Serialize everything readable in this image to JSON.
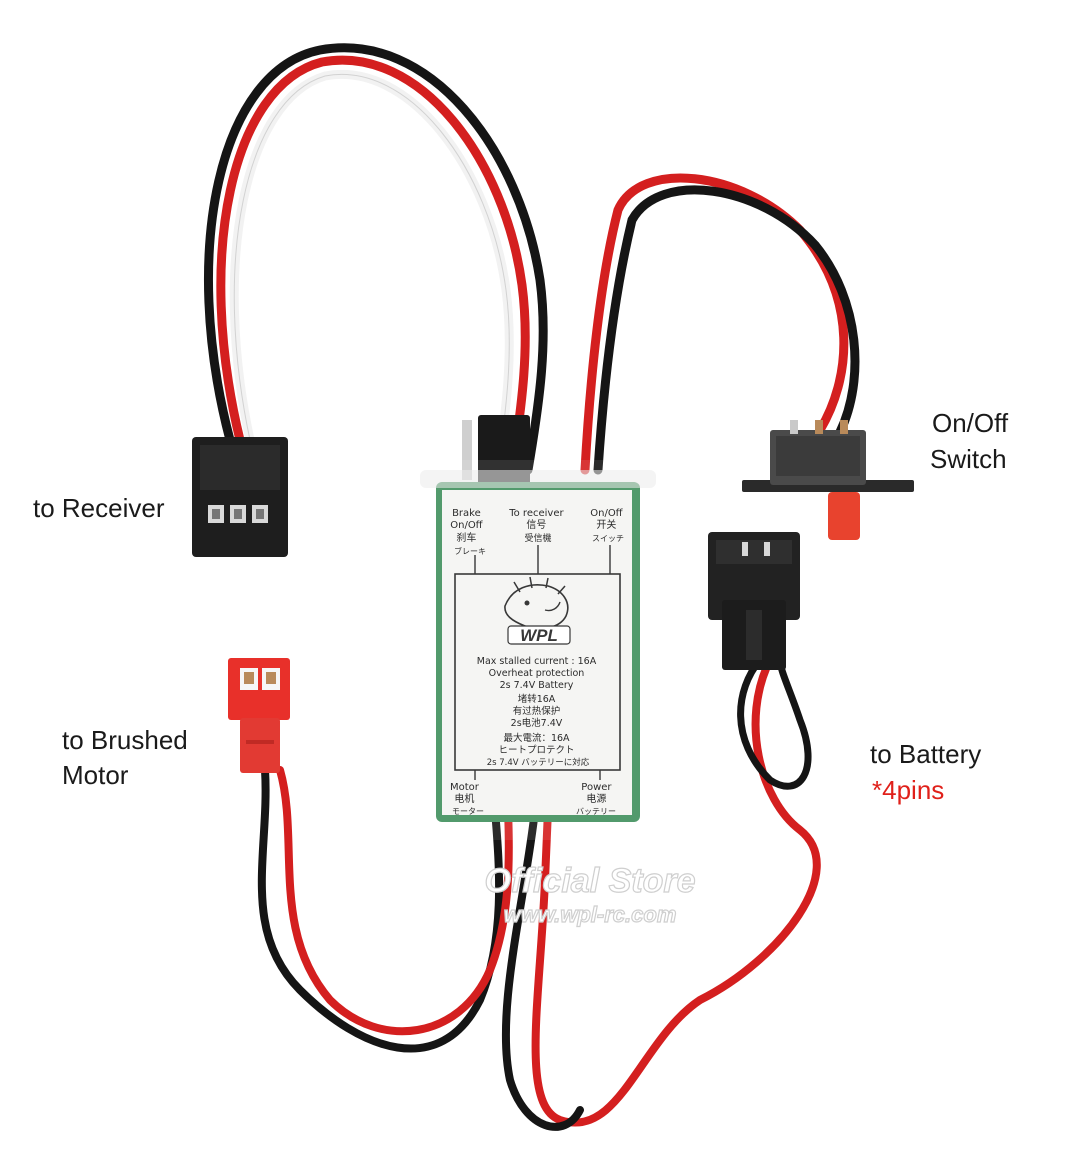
{
  "callouts": {
    "receiver": "to Receiver",
    "motor_line1": "to Brushed",
    "motor_line2": "Motor",
    "switch_line1": "On/Off",
    "switch_line2": "Switch",
    "battery": "to Battery",
    "battery_note": "*4pins"
  },
  "board": {
    "brake": [
      "Brake",
      "On/Off",
      "刹车",
      "ブレーキ"
    ],
    "receiver": [
      "To receiver",
      "信号",
      "受信機"
    ],
    "onoff": [
      "On/Off",
      "开关",
      "スイッチ"
    ],
    "brand": "WPL",
    "specs_en": [
      "Max stalled current : 16A",
      "Overheat protection",
      "2s 7.4V Battery"
    ],
    "specs_cn": [
      "堵转16A",
      "有过热保护",
      "2s电池7.4V"
    ],
    "specs_jp": [
      "最大電流：16A",
      "ヒートプロテクト",
      "2s 7.4V バッテリーに対応"
    ],
    "motor": [
      "Motor",
      "电机",
      "モーター"
    ],
    "power": [
      "Power",
      "电源",
      "バッテリー"
    ]
  },
  "watermark": {
    "line1": "Official Store",
    "line2": "www.wpl-rc.com"
  },
  "colors": {
    "wire_red": "#d41f1f",
    "wire_black": "#151515",
    "wire_white": "#f2f2f2",
    "pcb_green": "#3f8f5c",
    "jst_red": "#e8302a",
    "label_red": "#e0201a"
  }
}
